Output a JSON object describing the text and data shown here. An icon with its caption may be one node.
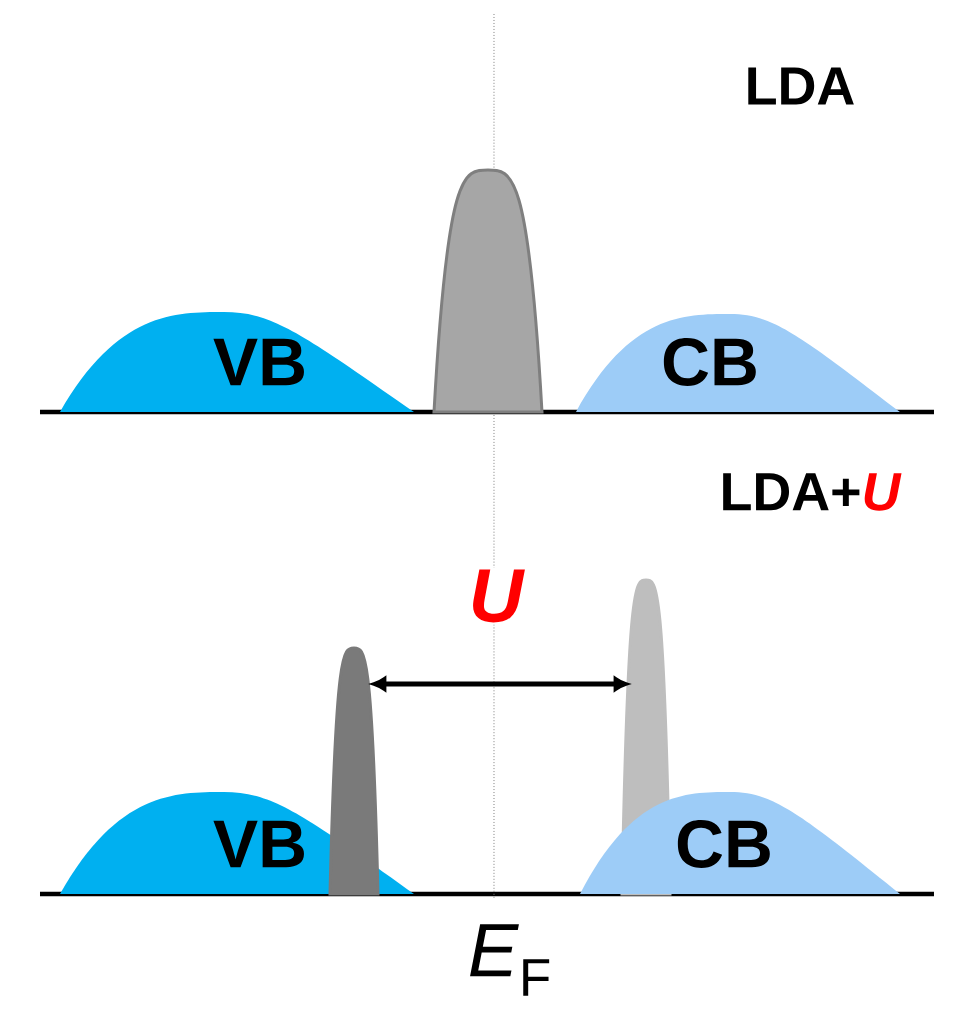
{
  "diagram": {
    "nodes": [
      {
        "text": [
          "VB"
        ]
      },
      {
        "text": [],
        "shape": "peak"
      },
      {
        "text": [
          "CB"
        ]
      },
      {
        "text": [
          "VB"
        ]
      },
      {
        "text": [],
        "shape": "peak"
      },
      {
        "text": [],
        "shape": "peak"
      },
      {
        "text": [
          "CB"
        ]
      }
    ],
    "edges": [
      {
        "from": 4,
        "to": 5,
        "arrow": "both",
        "label": "U"
      }
    ],
    "labels": [
      "LDA",
      "LDA+*U*",
      "*E*$_{F}$"
    ]
  }
}
